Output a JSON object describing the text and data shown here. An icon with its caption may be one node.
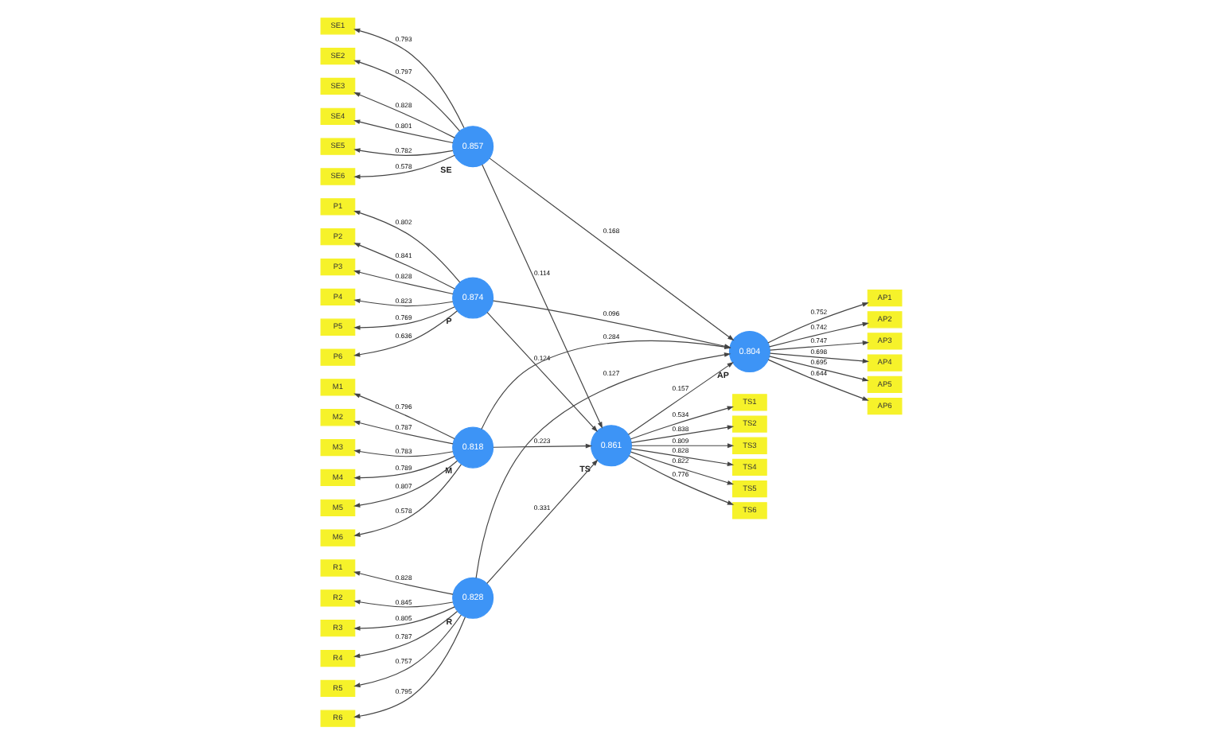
{
  "diagram": {
    "nodes": [
      {
        "text": [
          "0.857"
        ],
        "beside": [
          "SE"
        ]
      },
      {
        "text": [
          "SE1"
        ]
      },
      {
        "text": [
          "SE2"
        ]
      },
      {
        "text": [
          "SE3"
        ]
      },
      {
        "text": [
          "SE4"
        ]
      },
      {
        "text": [
          "SE5"
        ]
      },
      {
        "text": [
          "SE6"
        ]
      },
      {
        "text": [
          "0.874"
        ],
        "beside": [
          "P"
        ]
      },
      {
        "text": [
          "P1"
        ]
      },
      {
        "text": [
          "P2"
        ]
      },
      {
        "text": [
          "P3"
        ]
      },
      {
        "text": [
          "P4"
        ]
      },
      {
        "text": [
          "P5"
        ]
      },
      {
        "text": [
          "P6"
        ]
      },
      {
        "text": [
          "0.818"
        ],
        "beside": [
          "M"
        ]
      },
      {
        "text": [
          "M1"
        ]
      },
      {
        "text": [
          "M2"
        ]
      },
      {
        "text": [
          "M3"
        ]
      },
      {
        "text": [
          "M4"
        ]
      },
      {
        "text": [
          "M5"
        ]
      },
      {
        "text": [
          "M6"
        ]
      },
      {
        "text": [
          "0.828"
        ],
        "beside": [
          "R"
        ]
      },
      {
        "text": [
          "R1"
        ]
      },
      {
        "text": [
          "R2"
        ]
      },
      {
        "text": [
          "R3"
        ]
      },
      {
        "text": [
          "R4"
        ]
      },
      {
        "text": [
          "R5"
        ]
      },
      {
        "text": [
          "R6"
        ]
      },
      {
        "text": [
          "0.861"
        ],
        "beside": [
          "TS"
        ]
      },
      {
        "text": [
          "TS1"
        ]
      },
      {
        "text": [
          "TS2"
        ]
      },
      {
        "text": [
          "TS3"
        ]
      },
      {
        "text": [
          "TS4"
        ]
      },
      {
        "text": [
          "TS5"
        ]
      },
      {
        "text": [
          "TS6"
        ]
      },
      {
        "text": [
          "0.804"
        ],
        "beside": [
          "AP"
        ]
      },
      {
        "text": [
          "AP1"
        ]
      },
      {
        "text": [
          "AP2"
        ]
      },
      {
        "text": [
          "AP3"
        ]
      },
      {
        "text": [
          "AP4"
        ]
      },
      {
        "text": [
          "AP5"
        ]
      },
      {
        "text": [
          "AP6"
        ]
      }
    ],
    "edges": [
      {
        "from": 0,
        "to": 1,
        "arrow": "to",
        "label": "0.793"
      },
      {
        "from": 0,
        "to": 2,
        "arrow": "to",
        "label": "0.797"
      },
      {
        "from": 0,
        "to": 3,
        "arrow": "to",
        "label": "0.828"
      },
      {
        "from": 0,
        "to": 4,
        "arrow": "to",
        "label": "0.801"
      },
      {
        "from": 0,
        "to": 5,
        "arrow": "to",
        "label": "0.782"
      },
      {
        "from": 0,
        "to": 6,
        "arrow": "to",
        "label": "0.578"
      },
      {
        "from": 7,
        "to": 8,
        "arrow": "to",
        "label": "0.802"
      },
      {
        "from": 7,
        "to": 9,
        "arrow": "to",
        "label": "0.841"
      },
      {
        "from": 7,
        "to": 10,
        "arrow": "to",
        "label": "0.828"
      },
      {
        "from": 7,
        "to": 11,
        "arrow": "to",
        "label": "0.823"
      },
      {
        "from": 7,
        "to": 12,
        "arrow": "to",
        "label": "0.769"
      },
      {
        "from": 7,
        "to": 13,
        "arrow": "to",
        "label": "0.636"
      },
      {
        "from": 14,
        "to": 15,
        "arrow": "to",
        "label": "0.796"
      },
      {
        "from": 14,
        "to": 16,
        "arrow": "to",
        "label": "0.787"
      },
      {
        "from": 14,
        "to": 17,
        "arrow": "to",
        "label": "0.783"
      },
      {
        "from": 14,
        "to": 18,
        "arrow": "to",
        "label": "0.789"
      },
      {
        "from": 14,
        "to": 19,
        "arrow": "to",
        "label": "0.807"
      },
      {
        "from": 14,
        "to": 20,
        "arrow": "to",
        "label": "0.578"
      },
      {
        "from": 21,
        "to": 22,
        "arrow": "to",
        "label": "0.828"
      },
      {
        "from": 21,
        "to": 23,
        "arrow": "to",
        "label": "0.845"
      },
      {
        "from": 21,
        "to": 24,
        "arrow": "to",
        "label": "0.805"
      },
      {
        "from": 21,
        "to": 25,
        "arrow": "to",
        "label": "0.787"
      },
      {
        "from": 21,
        "to": 26,
        "arrow": "to",
        "label": "0.757"
      },
      {
        "from": 21,
        "to": 27,
        "arrow": "to",
        "label": "0.795"
      },
      {
        "from": 28,
        "to": 29,
        "arrow": "to",
        "label": "0.534"
      },
      {
        "from": 28,
        "to": 30,
        "arrow": "to",
        "label": "0.838"
      },
      {
        "from": 28,
        "to": 31,
        "arrow": "to",
        "label": "0.809"
      },
      {
        "from": 28,
        "to": 32,
        "arrow": "to",
        "label": "0.828"
      },
      {
        "from": 28,
        "to": 33,
        "arrow": "to",
        "label": "0.822"
      },
      {
        "from": 28,
        "to": 34,
        "arrow": "to",
        "label": "0.776"
      },
      {
        "from": 35,
        "to": 36,
        "arrow": "to",
        "label": "0.752"
      },
      {
        "from": 35,
        "to": 37,
        "arrow": "to",
        "label": "0.742"
      },
      {
        "from": 35,
        "to": 38,
        "arrow": "to",
        "label": "0.747"
      },
      {
        "from": 35,
        "to": 39,
        "arrow": "to",
        "label": "0.698"
      },
      {
        "from": 35,
        "to": 40,
        "arrow": "to",
        "label": "0.695"
      },
      {
        "from": 35,
        "to": 41,
        "arrow": "to",
        "label": "0.644"
      },
      {
        "from": 0,
        "to": 28,
        "arrow": "to",
        "label": "0.114"
      },
      {
        "from": 0,
        "to": 35,
        "arrow": "to",
        "label": "0.168"
      },
      {
        "from": 7,
        "to": 28,
        "arrow": "to",
        "label": "0.124"
      },
      {
        "from": 7,
        "to": 35,
        "arrow": "to",
        "label": "0.096"
      },
      {
        "from": 14,
        "to": 28,
        "arrow": "to",
        "label": "0.223"
      },
      {
        "from": 14,
        "to": 35,
        "arrow": "to",
        "label": "0.284"
      },
      {
        "from": 21,
        "to": 28,
        "arrow": "to",
        "label": "0.331"
      },
      {
        "from": 21,
        "to": 35,
        "arrow": "to",
        "label": "0.127"
      },
      {
        "from": 28,
        "to": 35,
        "arrow": "to",
        "label": "0.157"
      }
    ]
  }
}
